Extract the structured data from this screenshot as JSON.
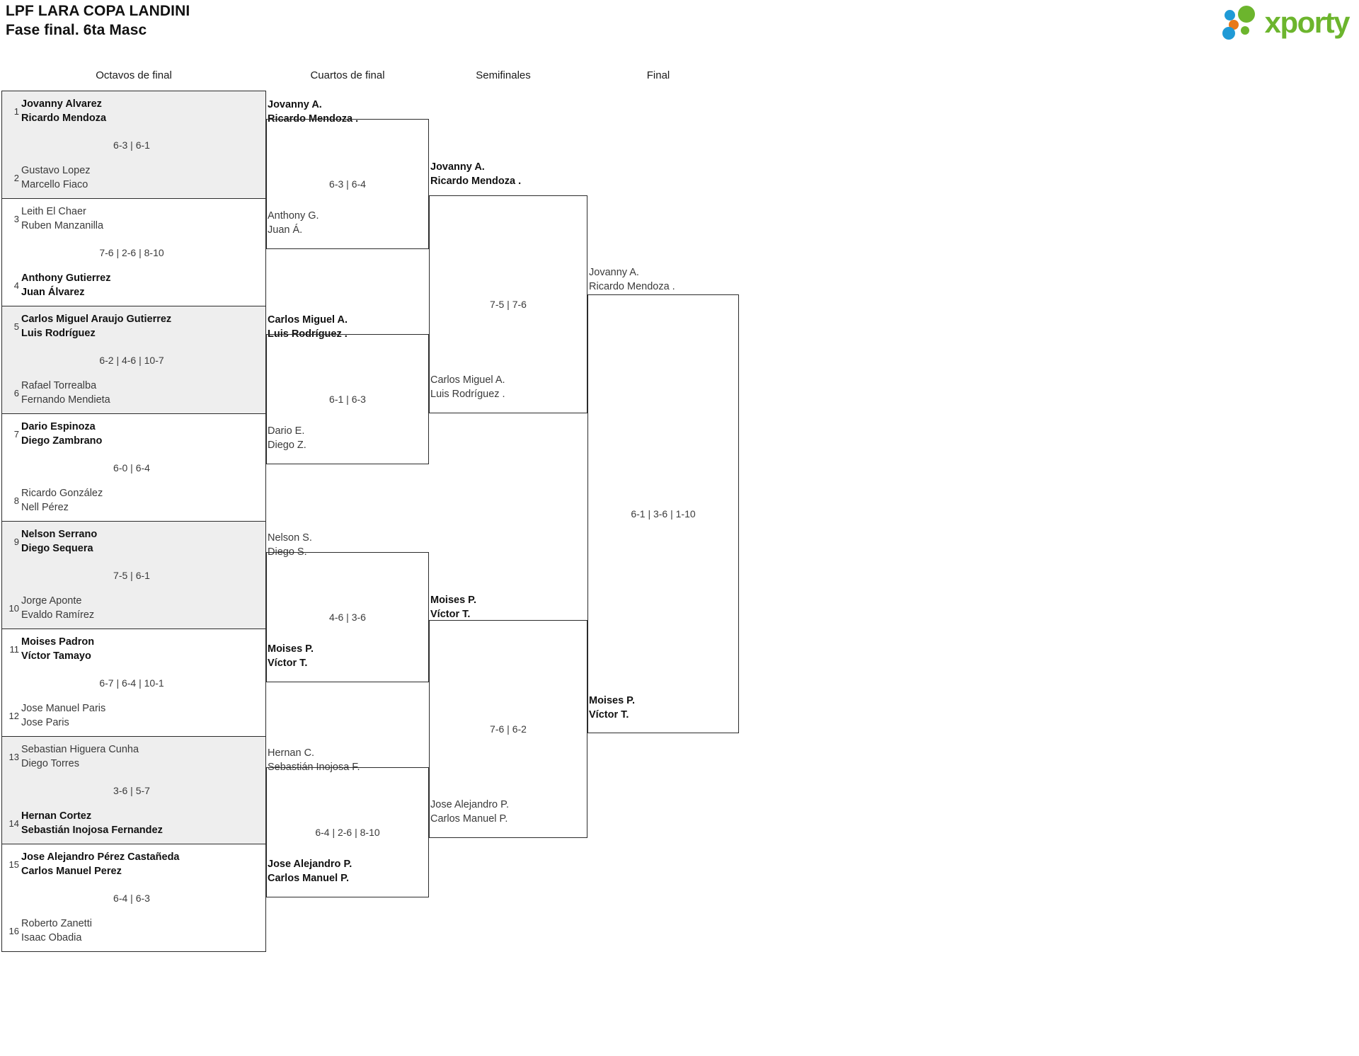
{
  "header": {
    "title_line1": "LPF LARA COPA LANDINI",
    "title_line2": "Fase final. 6ta Masc",
    "logo_text": "xporty",
    "logo_colors": {
      "green": "#6cb52d",
      "blue": "#1f9ad6",
      "orange": "#e8791a"
    }
  },
  "rounds": [
    {
      "id": "r16",
      "label": "Octavos de final"
    },
    {
      "id": "qf",
      "label": "Cuartos de final"
    },
    {
      "id": "sf",
      "label": "Semifinales"
    },
    {
      "id": "f",
      "label": "Final"
    }
  ],
  "round_of_16": {
    "matches": [
      {
        "score": "6-3 | 6-1",
        "top": {
          "seed": "1",
          "p1": "Jovanny Alvarez",
          "p2": "Ricardo Mendoza",
          "winner": true
        },
        "bottom": {
          "seed": "2",
          "p1": "Gustavo Lopez",
          "p2": "Marcello Fiaco",
          "winner": false
        }
      },
      {
        "score": "7-6 | 2-6 | 8-10",
        "top": {
          "seed": "3",
          "p1": "Leith El Chaer",
          "p2": "Ruben Manzanilla",
          "winner": false
        },
        "bottom": {
          "seed": "4",
          "p1": "Anthony Gutierrez",
          "p2": "Juan Álvarez",
          "winner": true
        }
      },
      {
        "score": "6-2 | 4-6 | 10-7",
        "top": {
          "seed": "5",
          "p1": "Carlos Miguel Araujo Gutierrez",
          "p2": "Luis Rodríguez",
          "winner": true
        },
        "bottom": {
          "seed": "6",
          "p1": "Rafael Torrealba",
          "p2": "Fernando Mendieta",
          "winner": false
        }
      },
      {
        "score": "6-0 | 6-4",
        "top": {
          "seed": "7",
          "p1": "Dario Espinoza",
          "p2": "Diego Zambrano",
          "winner": true
        },
        "bottom": {
          "seed": "8",
          "p1": "Ricardo González",
          "p2": "Nell Pérez",
          "winner": false
        }
      },
      {
        "score": "7-5 | 6-1",
        "top": {
          "seed": "9",
          "p1": "Nelson Serrano",
          "p2": "Diego Sequera",
          "winner": true
        },
        "bottom": {
          "seed": "10",
          "p1": "Jorge Aponte",
          "p2": "Evaldo Ramírez",
          "winner": false
        }
      },
      {
        "score": "6-7 | 6-4 | 10-1",
        "top": {
          "seed": "11",
          "p1": "Moises Padron",
          "p2": "Víctor Tamayo",
          "winner": true
        },
        "bottom": {
          "seed": "12",
          "p1": "Jose Manuel Paris",
          "p2": "Jose Paris",
          "winner": false
        }
      },
      {
        "score": "3-6 | 5-7",
        "top": {
          "seed": "13",
          "p1": "Sebastian Higuera Cunha",
          "p2": "Diego Torres",
          "winner": false
        },
        "bottom": {
          "seed": "14",
          "p1": "Hernan Cortez",
          "p2": "Sebastián Inojosa Fernandez",
          "winner": true
        }
      },
      {
        "score": "6-4 | 6-3",
        "top": {
          "seed": "15",
          "p1": "Jose Alejandro Pérez Castañeda",
          "p2": "Carlos Manuel Perez",
          "winner": true
        },
        "bottom": {
          "seed": "16",
          "p1": "Roberto Zanetti",
          "p2": "Isaac Obadia",
          "winner": false
        }
      }
    ]
  },
  "quarterfinals": {
    "matches": [
      {
        "score": "6-3 | 6-4",
        "top": {
          "p1": "Jovanny A.",
          "p2": "Ricardo Mendoza .",
          "winner": true
        },
        "bottom": {
          "p1": "Anthony G.",
          "p2": "Juan Á.",
          "winner": false
        }
      },
      {
        "score": "6-1 | 6-3",
        "top": {
          "p1": "Carlos Miguel A.",
          "p2": "Luis Rodríguez .",
          "winner": true
        },
        "bottom": {
          "p1": "Dario E.",
          "p2": "Diego Z.",
          "winner": false
        }
      },
      {
        "score": "4-6 | 3-6",
        "top": {
          "p1": "Nelson S.",
          "p2": "Diego S.",
          "winner": false
        },
        "bottom": {
          "p1": "Moises P.",
          "p2": "Víctor T.",
          "winner": true
        }
      },
      {
        "score": "6-4 | 2-6 | 8-10",
        "top": {
          "p1": "Hernan C.",
          "p2": "Sebastián Inojosa F.",
          "winner": false
        },
        "bottom": {
          "p1": "Jose Alejandro P.",
          "p2": "Carlos Manuel P.",
          "winner": true
        }
      }
    ]
  },
  "semifinals": {
    "matches": [
      {
        "score": "7-5 | 7-6",
        "top": {
          "p1": "Jovanny A.",
          "p2": "Ricardo Mendoza .",
          "winner": true
        },
        "bottom": {
          "p1": "Carlos Miguel A.",
          "p2": "Luis Rodríguez .",
          "winner": false
        }
      },
      {
        "score": "7-6 | 6-2",
        "top": {
          "p1": "Moises P.",
          "p2": "Víctor T.",
          "winner": true
        },
        "bottom": {
          "p1": "Jose Alejandro P.",
          "p2": "Carlos Manuel P.",
          "winner": false
        }
      }
    ]
  },
  "final": {
    "matches": [
      {
        "score": "6-1 | 3-6 | 1-10",
        "top": {
          "p1": "Jovanny A.",
          "p2": "Ricardo Mendoza .",
          "winner": false
        },
        "bottom": {
          "p1": "Moises P.",
          "p2": "Víctor T.",
          "winner": true
        }
      }
    ]
  }
}
